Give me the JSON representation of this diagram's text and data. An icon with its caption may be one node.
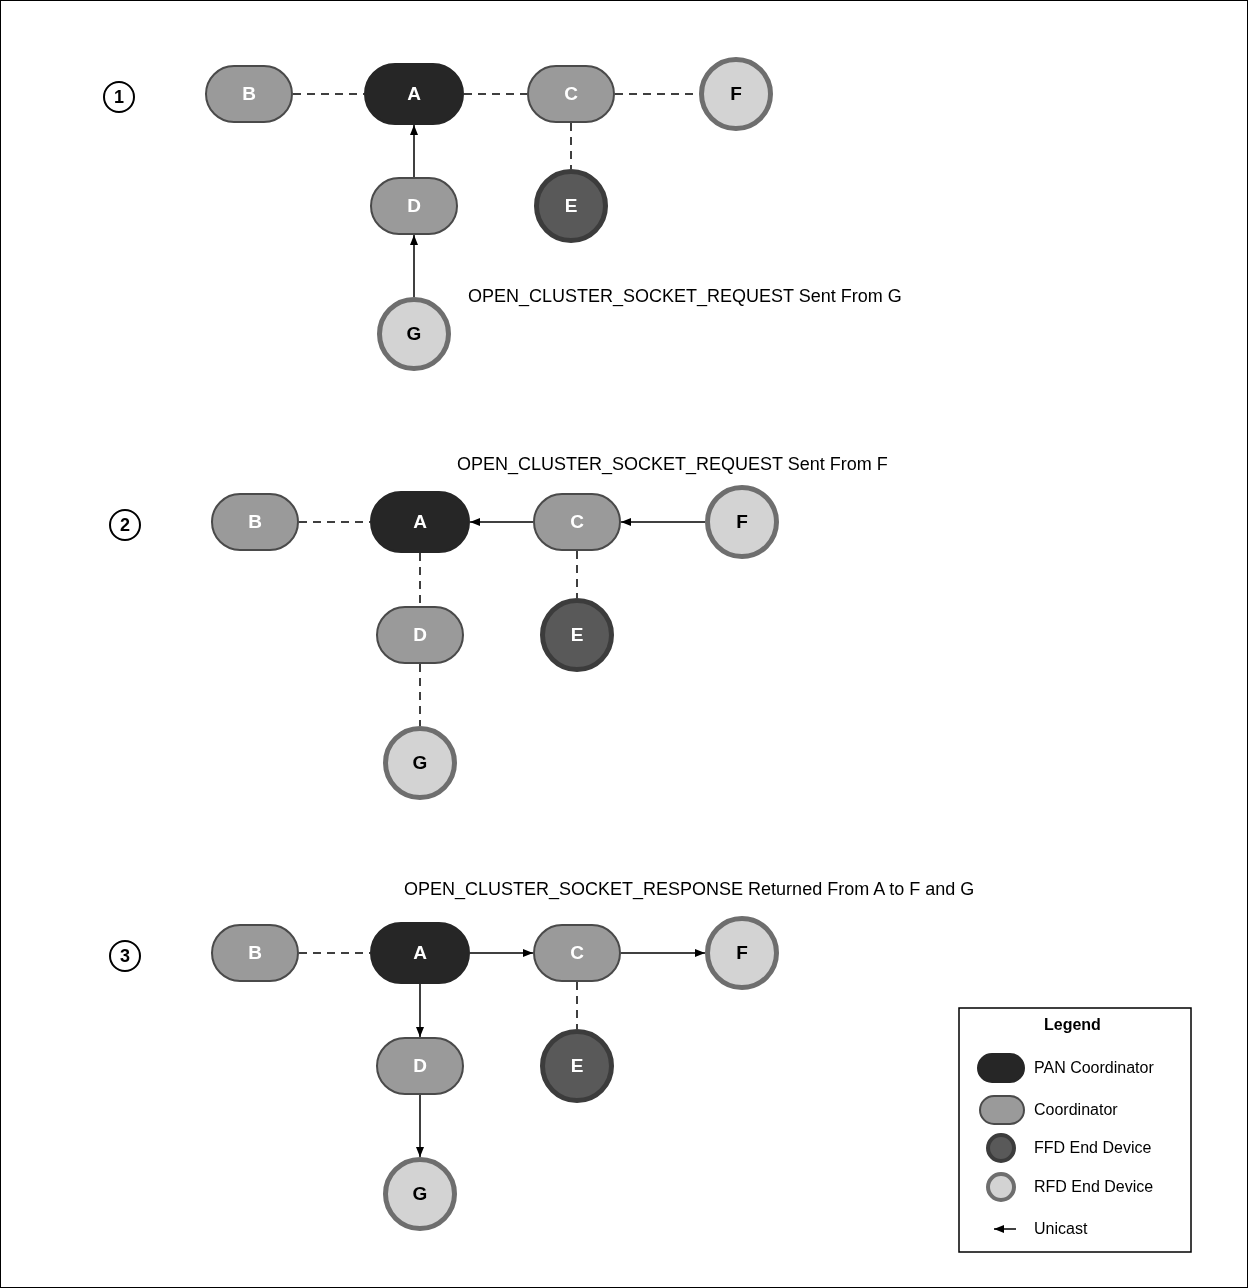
{
  "diagram": {
    "nodes": [
      {
        "text": [
          "1"
        ]
      },
      {
        "text": [
          "B"
        ]
      },
      {
        "text": [
          "A"
        ]
      },
      {
        "text": [
          "C"
        ]
      },
      {
        "text": [
          "F"
        ]
      },
      {
        "text": [
          "D"
        ]
      },
      {
        "text": [
          "E"
        ]
      },
      {
        "text": [
          "G"
        ]
      },
      {
        "text": [
          "2"
        ]
      },
      {
        "text": [
          "B"
        ]
      },
      {
        "text": [
          "A"
        ]
      },
      {
        "text": [
          "C"
        ]
      },
      {
        "text": [
          "F"
        ]
      },
      {
        "text": [
          "D"
        ]
      },
      {
        "text": [
          "E"
        ]
      },
      {
        "text": [
          "G"
        ]
      },
      {
        "text": [
          "3"
        ]
      },
      {
        "text": [
          "B"
        ]
      },
      {
        "text": [
          "A"
        ]
      },
      {
        "text": [
          "C"
        ]
      },
      {
        "text": [
          "F"
        ]
      },
      {
        "text": [
          "D"
        ]
      },
      {
        "text": [
          "E"
        ]
      },
      {
        "text": [
          "G"
        ]
      }
    ],
    "edges": [
      {
        "from": 1,
        "to": 2,
        "arrow": "none",
        "style": "dashed"
      },
      {
        "from": 2,
        "to": 3,
        "arrow": "none",
        "style": "dashed"
      },
      {
        "from": 3,
        "to": 4,
        "arrow": "none",
        "style": "dashed"
      },
      {
        "from": 3,
        "to": 6,
        "arrow": "none",
        "style": "dashed"
      },
      {
        "from": 5,
        "to": 2,
        "arrow": "to"
      },
      {
        "from": 7,
        "to": 5,
        "arrow": "to"
      },
      {
        "from": 9,
        "to": 10,
        "arrow": "none",
        "style": "dashed"
      },
      {
        "from": 11,
        "to": 10,
        "arrow": "to"
      },
      {
        "from": 12,
        "to": 11,
        "arrow": "to"
      },
      {
        "from": 11,
        "to": 14,
        "arrow": "none",
        "style": "dashed"
      },
      {
        "from": 10,
        "to": 13,
        "arrow": "none",
        "style": "dashed"
      },
      {
        "from": 13,
        "to": 15,
        "arrow": "none",
        "style": "dashed"
      },
      {
        "from": 17,
        "to": 18,
        "arrow": "none",
        "style": "dashed"
      },
      {
        "from": 18,
        "to": 19,
        "arrow": "to"
      },
      {
        "from": 19,
        "to": 20,
        "arrow": "to"
      },
      {
        "from": 19,
        "to": 22,
        "arrow": "none",
        "style": "dashed"
      },
      {
        "from": 18,
        "to": 21,
        "arrow": "to"
      },
      {
        "from": 21,
        "to": 23,
        "arrow": "to"
      }
    ],
    "labels": [
      "OPEN_CLUSTER_SOCKET_REQUEST Sent From G",
      "OPEN_CLUSTER_SOCKET_REQUEST Sent From F",
      "OPEN_CLUSTER_SOCKET_RESPONSE Returned From A to F and G",
      "Legend"
    ],
    "legend": [
      {
        "text": "PAN Coordinator",
        "color": "#262626"
      },
      {
        "text": "Coordinator",
        "color": "#9a9a9a"
      },
      {
        "text": "FFD End Device",
        "color": "#595959"
      },
      {
        "text": "RFD End Device",
        "color": "#d3d3d3"
      },
      {
        "text": "Unicast"
      }
    ]
  }
}
